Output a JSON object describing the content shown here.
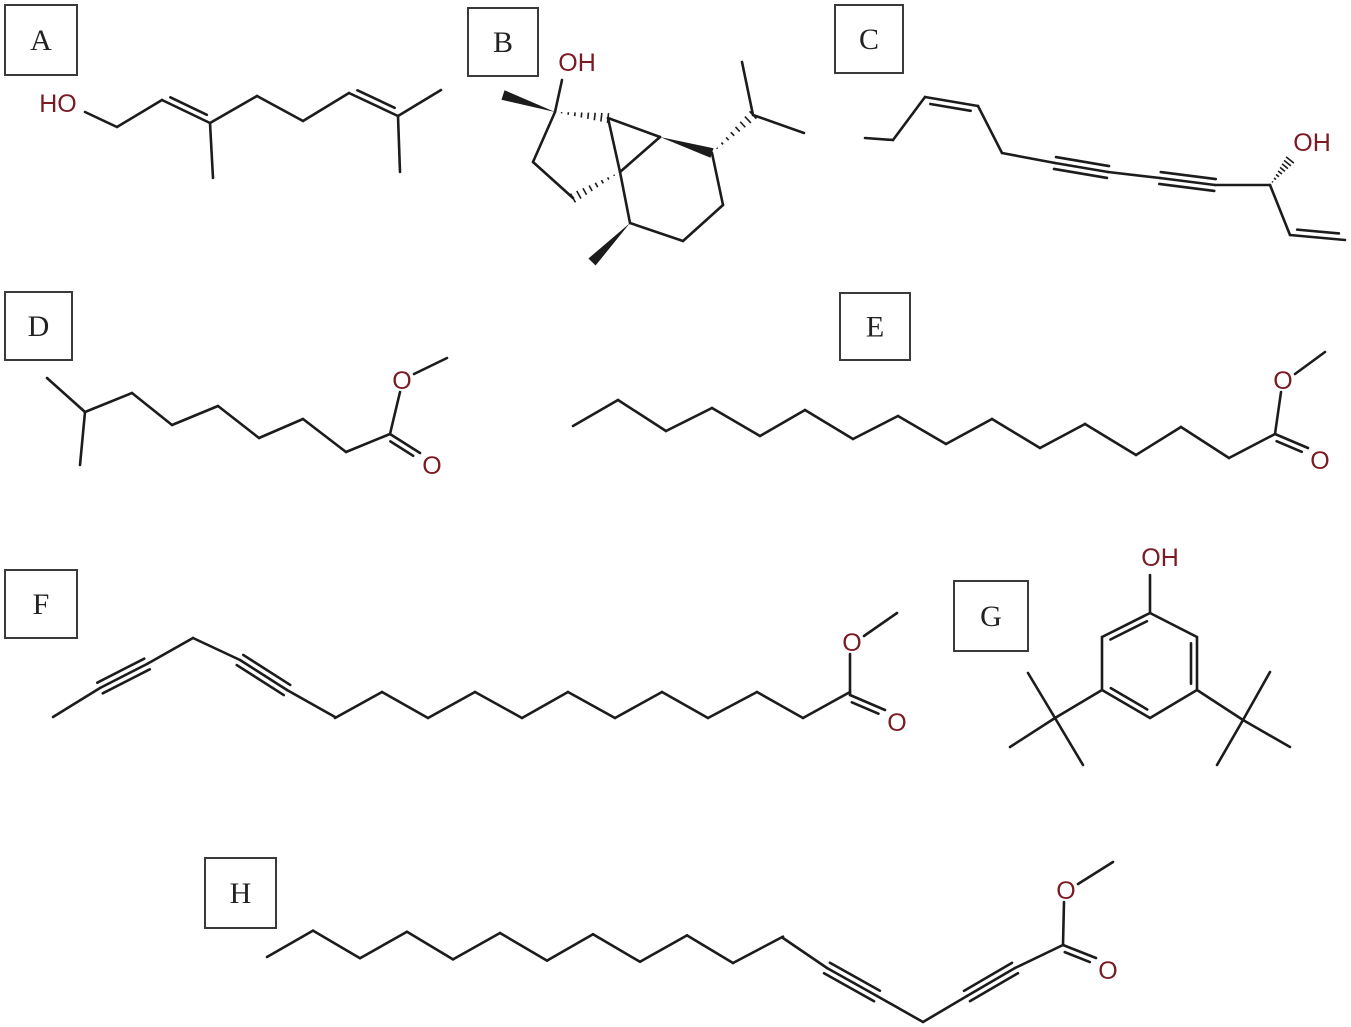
{
  "figure": {
    "structures": [
      {
        "id": "A",
        "label": "A",
        "atoms": [
          "HO"
        ]
      },
      {
        "id": "B",
        "label": "B",
        "atoms": [
          "OH"
        ]
      },
      {
        "id": "C",
        "label": "C",
        "atoms": [
          "OH"
        ]
      },
      {
        "id": "D",
        "label": "D",
        "atoms": [
          "O",
          "O"
        ]
      },
      {
        "id": "E",
        "label": "E",
        "atoms": [
          "O",
          "O"
        ]
      },
      {
        "id": "F",
        "label": "F",
        "atoms": [
          "O",
          "O"
        ]
      },
      {
        "id": "G",
        "label": "G",
        "atoms": [
          "OH"
        ]
      },
      {
        "id": "H",
        "label": "H",
        "atoms": [
          "O",
          "O"
        ]
      }
    ],
    "colors": {
      "bond": "#1c1c1c",
      "heteroatom": "#7a1a22",
      "label_box": "#3a3a3a"
    }
  }
}
